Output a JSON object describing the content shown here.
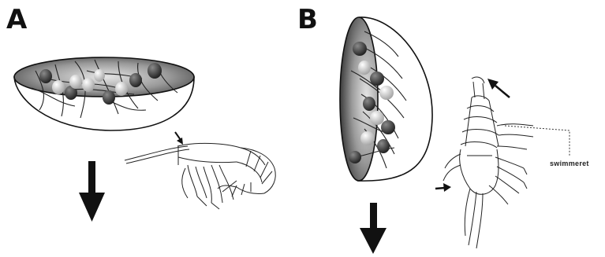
{
  "panels": [
    {
      "id": "A",
      "letter": "A"
    },
    {
      "id": "B",
      "letter": "B"
    }
  ],
  "labels": {
    "swimmeret": "swimmeret"
  },
  "colors": {
    "ink": "#111111",
    "ovary_dark": "#4a4a4a",
    "ovary_light": "#e6e6e6",
    "egg_dark": "#151515",
    "egg_light": "#eeeeee"
  }
}
